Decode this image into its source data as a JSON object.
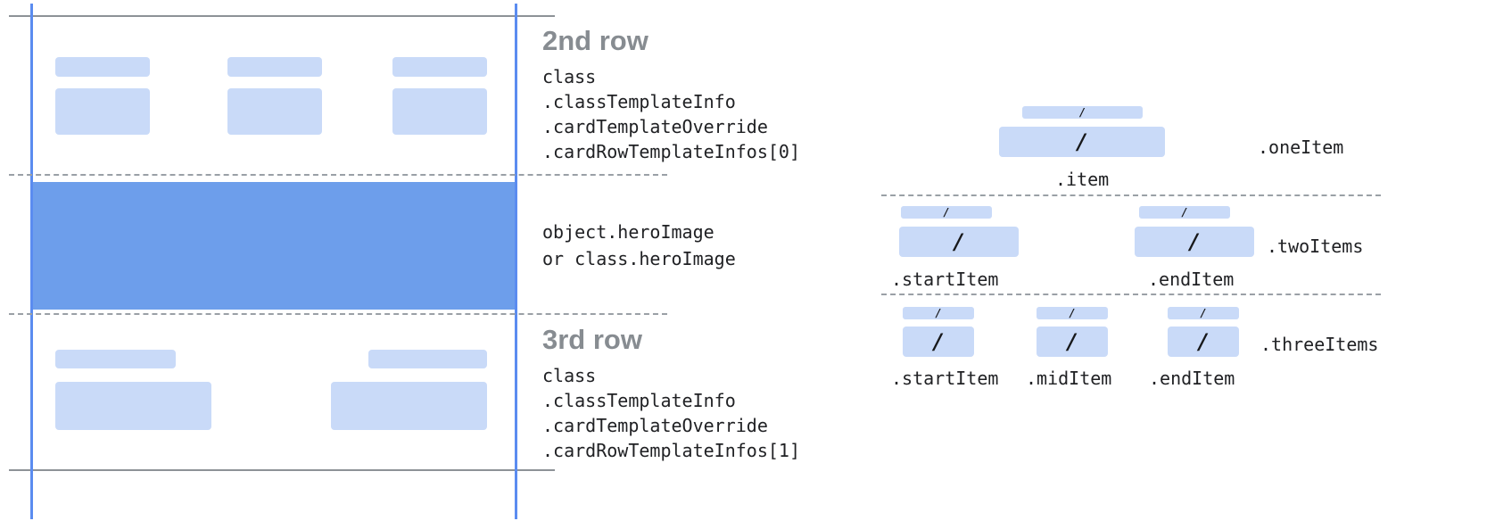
{
  "colors": {
    "placeholder_blue": "#c9daf8",
    "hero_blue": "#6d9eeb",
    "guide_line_blue": "#5b8cf0",
    "edge_line_gray": "#8d9297",
    "dashed_line_gray": "#9aa0a6",
    "heading_gray": "#878c91",
    "code_text": "#202124"
  },
  "annotations": {
    "row2": {
      "title": "2nd row",
      "lines": [
        "class",
        ".classTemplateInfo",
        ".cardTemplateOverride",
        ".cardRowTemplateInfos[0]"
      ]
    },
    "hero": {
      "lines": [
        "object.heroImage",
        "or class.heroImage"
      ]
    },
    "row3": {
      "title": "3rd row",
      "lines": [
        "class",
        ".classTemplateInfo",
        ".cardTemplateOverride",
        ".cardRowTemplateInfos[1]"
      ]
    }
  },
  "legend": {
    "slash": "/",
    "one_item": {
      "right_label": ".oneItem",
      "below_label": ".item"
    },
    "two_items": {
      "right_label": ".twoItems",
      "below_labels": [
        ".startItem",
        ".endItem"
      ]
    },
    "three_items": {
      "right_label": ".threeItems",
      "below_labels": [
        ".startItem",
        ".midItem",
        ".endItem"
      ]
    }
  }
}
